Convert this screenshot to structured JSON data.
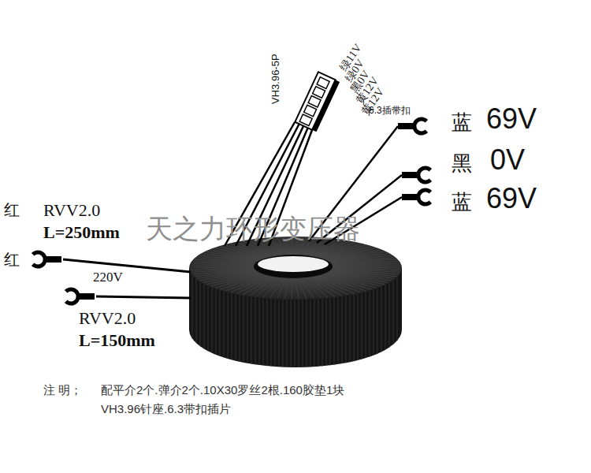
{
  "diagram": {
    "labels": [
      "VH3.96-5P",
      "绿11V",
      "绿0V",
      "黑0V",
      "黄12V",
      "黄12V",
      "6.3插带扣",
      "蓝",
      "69V",
      "黑",
      "0V",
      "蓝",
      "69V",
      "红",
      "RVV2.0",
      "L=250mm",
      "红",
      "220V",
      "RVV2.0",
      "L=150mm",
      "天之力环形变压器",
      "注 明；",
      "配平介2个.弹介2个.10X30罗丝2根.160胶垫1块",
      "VH3.96针座.6.3带扣插片"
    ]
  }
}
